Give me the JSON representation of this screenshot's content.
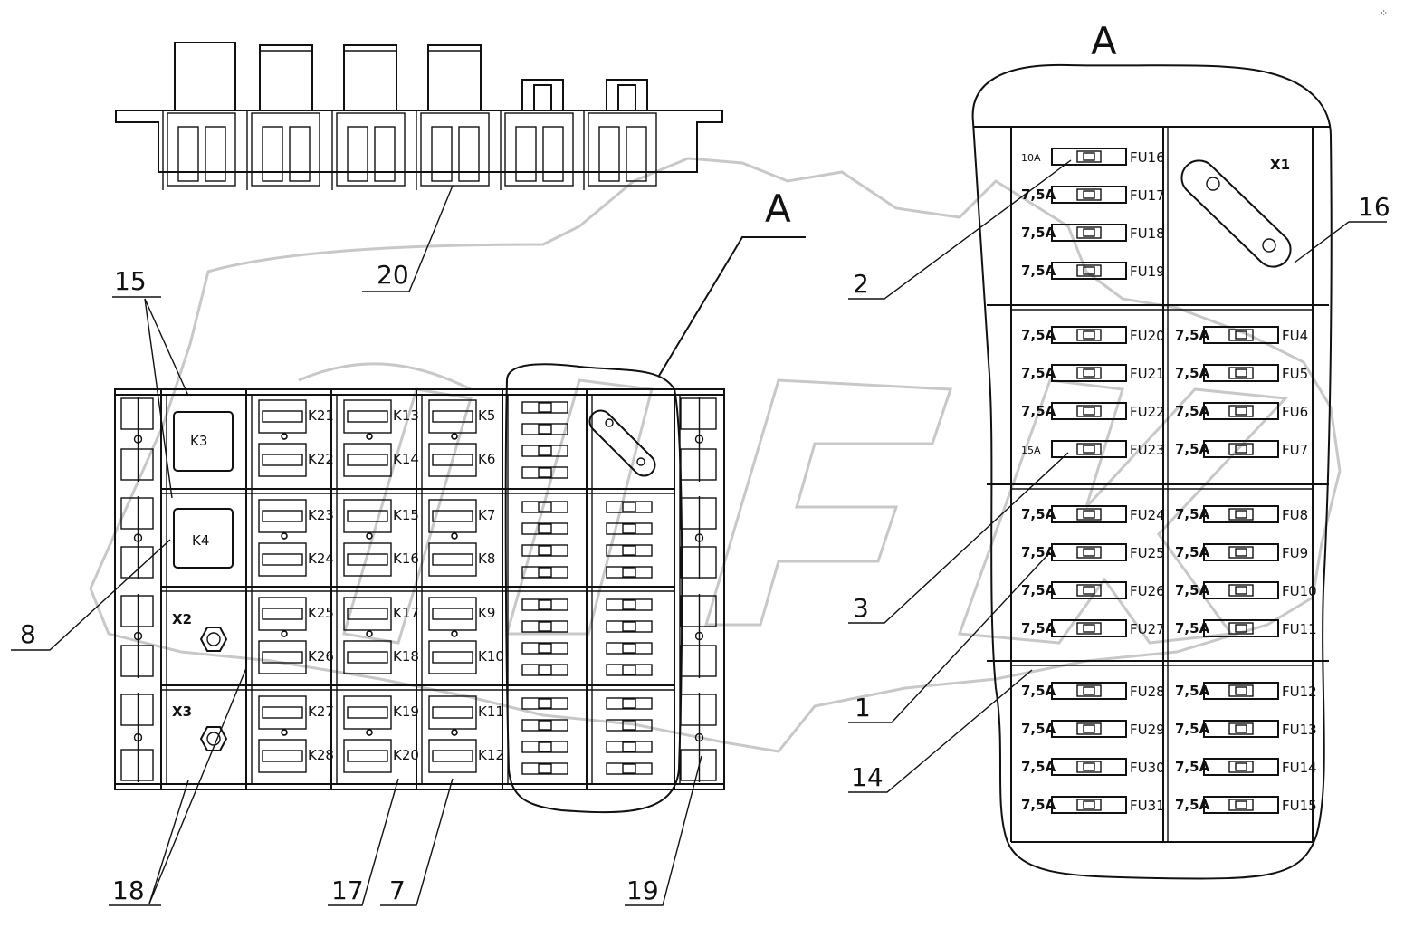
{
  "view_label": "A",
  "detail_label": "A",
  "corner_mark": "⁘",
  "callouts": {
    "c1": "1",
    "c2": "2",
    "c3": "3",
    "c7": "7",
    "c8": "8",
    "c14": "14",
    "c15": "15",
    "c16": "16",
    "c17": "17",
    "c18": "18",
    "c19": "19",
    "c20": "20"
  },
  "relays_large": {
    "k3": "K3",
    "k4": "K4"
  },
  "connectors": {
    "x1": "X1",
    "x2": "X2",
    "x3": "X3"
  },
  "relays": [
    [
      "K21",
      "K13",
      "K5"
    ],
    [
      "K22",
      "K14",
      "K6"
    ],
    [
      "K23",
      "K15",
      "K7"
    ],
    [
      "K24",
      "K16",
      "K8"
    ],
    [
      "K25",
      "K17",
      "K9"
    ],
    [
      "K26",
      "K18",
      "K10"
    ],
    [
      "K27",
      "K19",
      "K11"
    ],
    [
      "K28",
      "K20",
      "K12"
    ]
  ],
  "detail_left_fuses": [
    {
      "rating": "10A",
      "label": "FU16"
    },
    {
      "rating": "7,5A",
      "label": "FU17"
    },
    {
      "rating": "7,5A",
      "label": "FU18"
    },
    {
      "rating": "7,5A",
      "label": "FU19"
    },
    {
      "rating": "7,5A",
      "label": "FU20"
    },
    {
      "rating": "7,5A",
      "label": "FU21"
    },
    {
      "rating": "7,5A",
      "label": "FU22"
    },
    {
      "rating": "15A",
      "label": "FU23"
    },
    {
      "rating": "7,5A",
      "label": "FU24"
    },
    {
      "rating": "7,5A",
      "label": "FU25"
    },
    {
      "rating": "7,5A",
      "label": "FU26"
    },
    {
      "rating": "7,5A",
      "label": "FU27"
    },
    {
      "rating": "7,5A",
      "label": "FU28"
    },
    {
      "rating": "7,5A",
      "label": "FU29"
    },
    {
      "rating": "7,5A",
      "label": "FU30"
    },
    {
      "rating": "7,5A",
      "label": "FU31"
    }
  ],
  "detail_right_fuses": [
    {
      "rating": "7,5A",
      "label": "FU4"
    },
    {
      "rating": "7,5A",
      "label": "FU5"
    },
    {
      "rating": "7,5A",
      "label": "FU6"
    },
    {
      "rating": "7,5A",
      "label": "FU7"
    },
    {
      "rating": "7,5A",
      "label": "FU8"
    },
    {
      "rating": "7,5A",
      "label": "FU9"
    },
    {
      "rating": "7,5A",
      "label": "FU10"
    },
    {
      "rating": "7,5A",
      "label": "FU11"
    },
    {
      "rating": "7,5A",
      "label": "FU12"
    },
    {
      "rating": "7,5A",
      "label": "FU13"
    },
    {
      "rating": "7,5A",
      "label": "FU14"
    },
    {
      "rating": "7,5A",
      "label": "FU15"
    }
  ]
}
